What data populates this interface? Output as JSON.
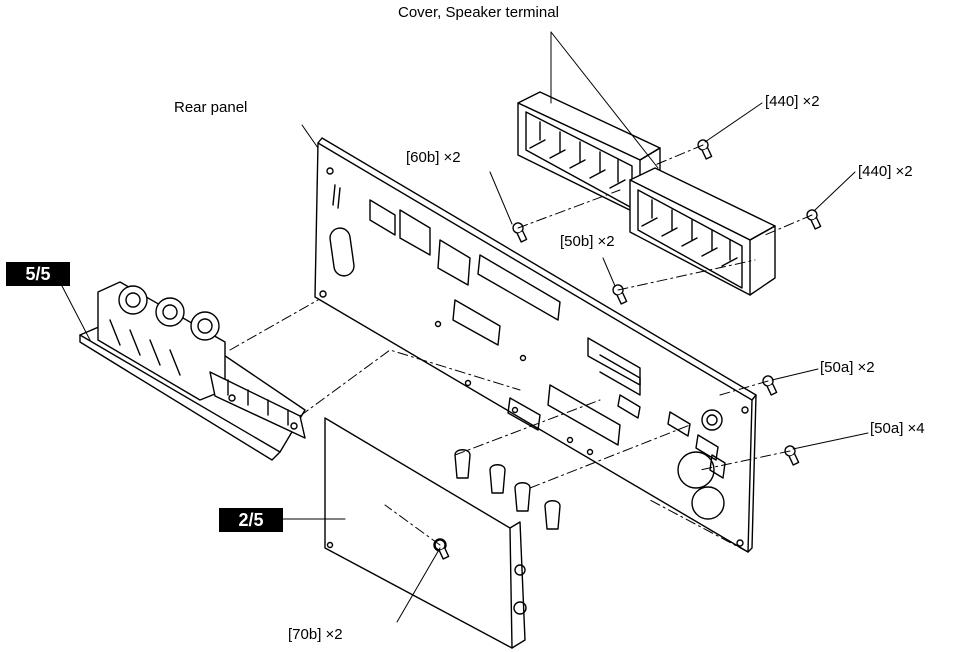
{
  "labels": {
    "cover": "Cover, Speaker terminal",
    "rear_panel": "Rear panel",
    "s60b": "[60b] ×2",
    "s440a": "[440] ×2",
    "s440b": "[440] ×2",
    "s50b": "[50b] ×2",
    "s50a_x2": "[50a] ×2",
    "s50a_x4": "[50a] ×4",
    "s70b": "[70b] ×2"
  },
  "badges": {
    "board_5": "5/5",
    "board_2": "2/5"
  }
}
